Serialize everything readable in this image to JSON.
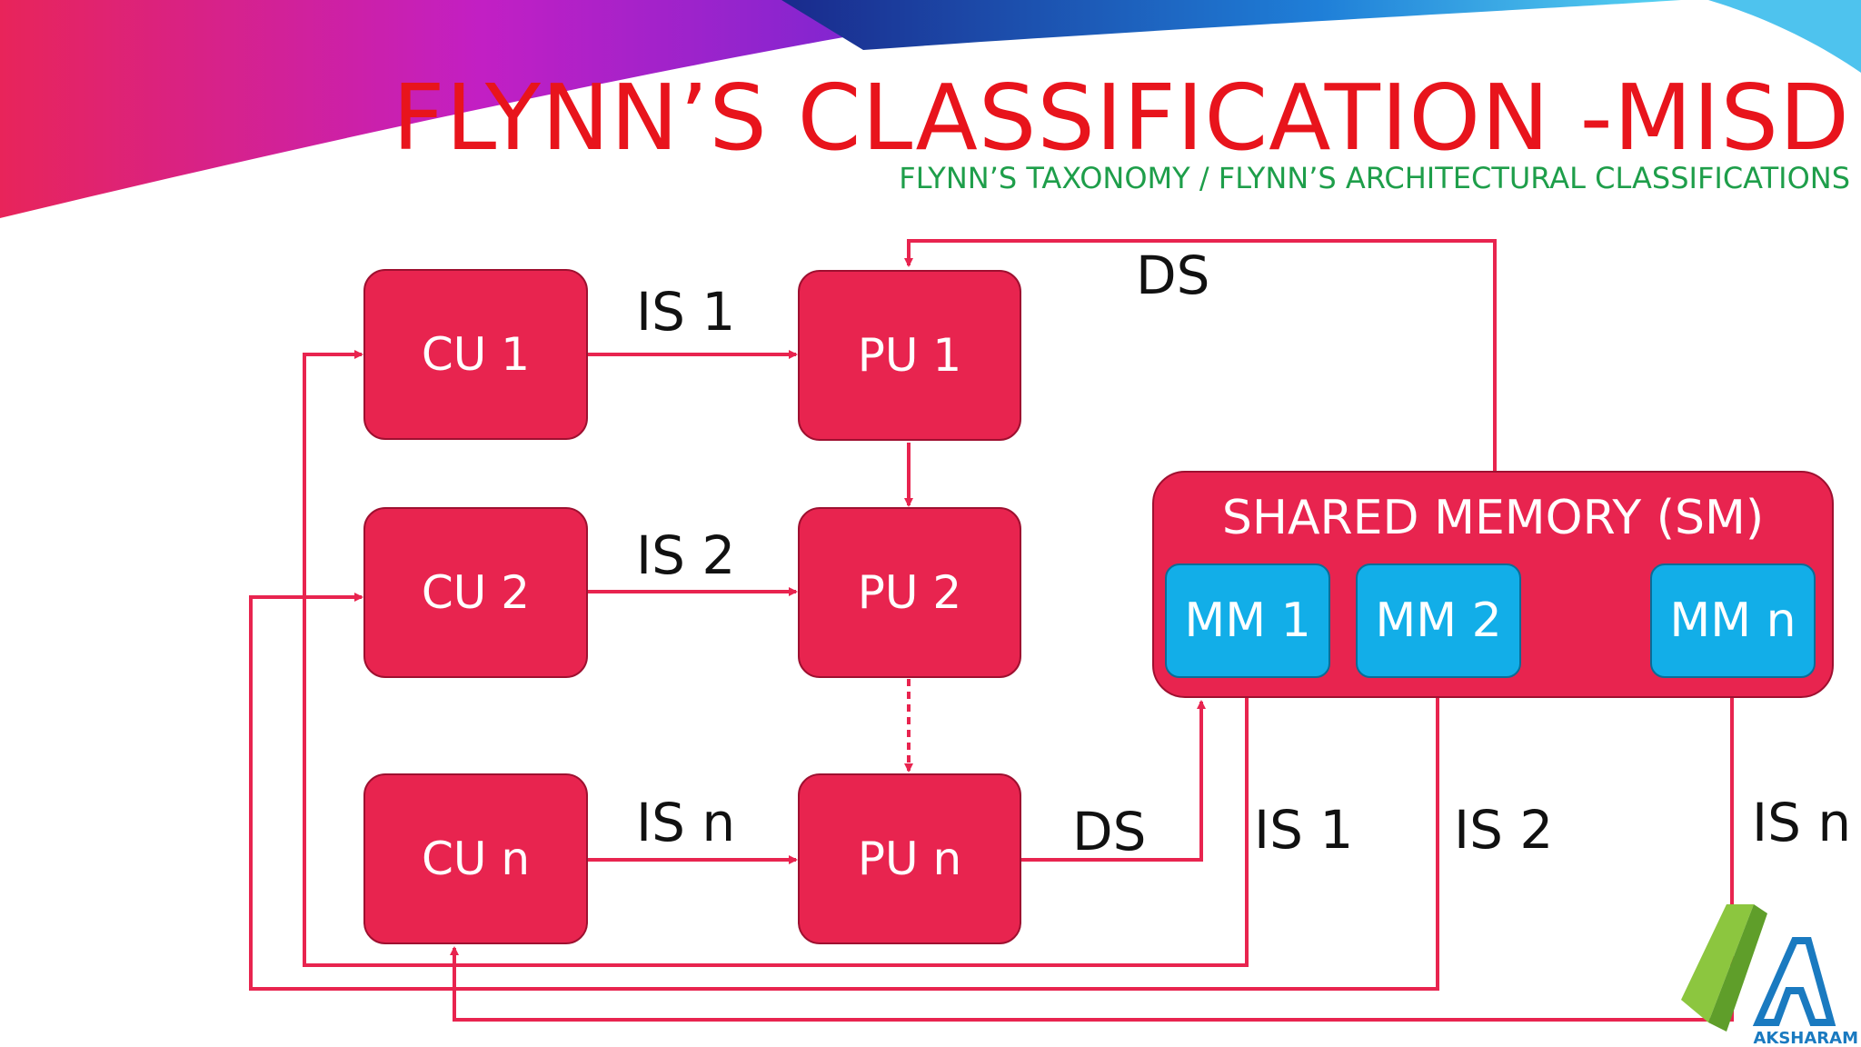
{
  "header": {
    "title": "FLYNN’S CLASSIFICATION -MISD",
    "subtitle": "FLYNN’S TAXONOMY / FLYNN’S ARCHITECTURAL CLASSIFICATIONS"
  },
  "control_units": [
    "CU 1",
    "CU 2",
    "CU n"
  ],
  "processing_units": [
    "PU 1",
    "PU 2",
    "PU n"
  ],
  "shared_memory": {
    "label": "SHARED MEMORY (SM)",
    "modules": [
      "MM 1",
      "MM 2",
      "MM n"
    ]
  },
  "labels": {
    "is_cu_pu": [
      "IS 1",
      "IS 2",
      "IS n"
    ],
    "is_mm": [
      "IS 1",
      "IS 2",
      "IS n"
    ],
    "ds_top": "DS",
    "ds_bottom": "DS"
  },
  "logo": {
    "name": "AKSHARAM"
  },
  "colors": {
    "unit": "#e8244f",
    "memory_module": "#12aee8",
    "title": "#e8141c",
    "subtitle": "#1e9e4a",
    "line": "#e8244f"
  }
}
